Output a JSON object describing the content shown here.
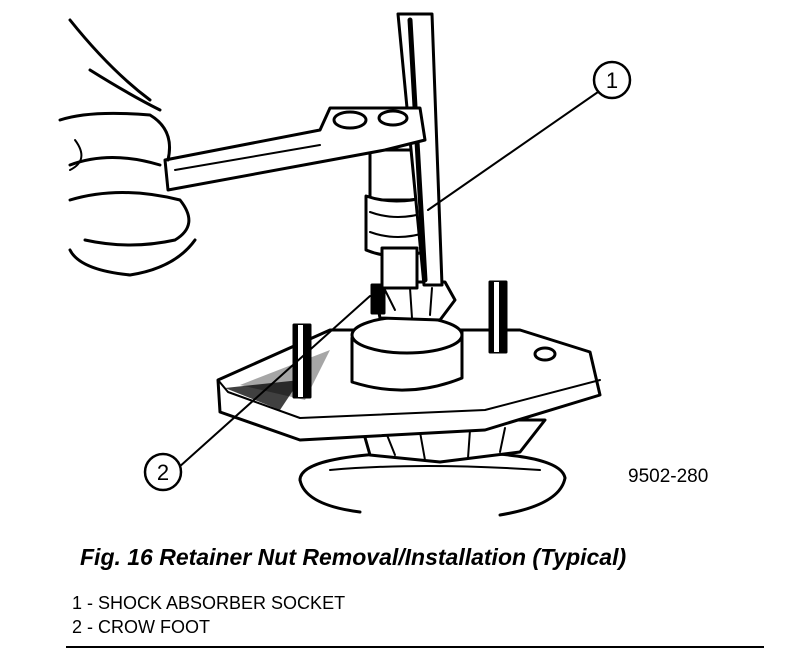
{
  "callouts": {
    "one": "1",
    "two": "2"
  },
  "figure_code": "9502-280",
  "caption": "Fig. 16 Retainer Nut Removal/Installation (Typical)",
  "legend": [
    "1 - SHOCK ABSORBER SOCKET",
    "2 - CROW FOOT"
  ]
}
